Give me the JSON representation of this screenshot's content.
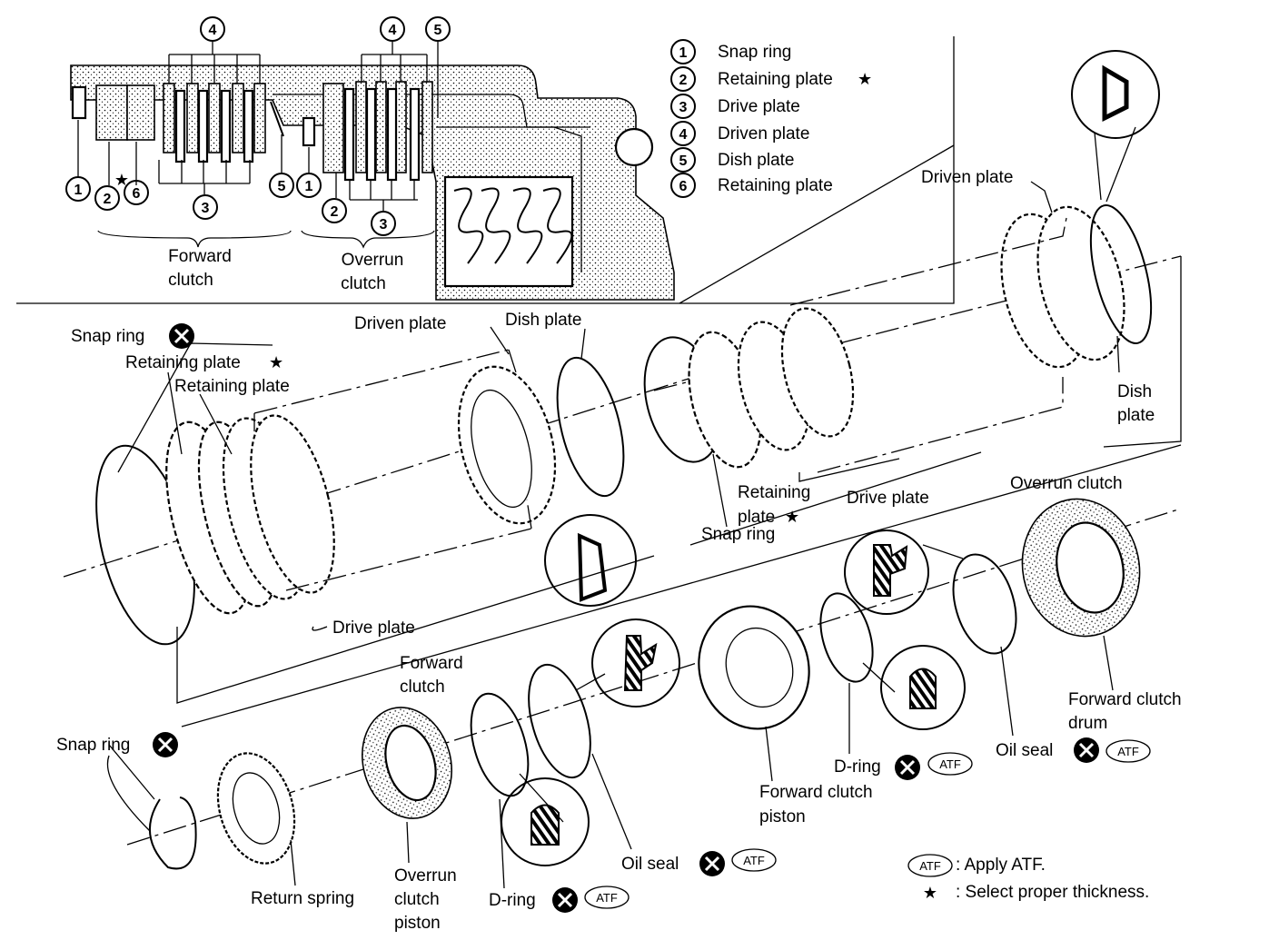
{
  "legend": {
    "items": [
      {
        "num": "1",
        "text": "Snap ring",
        "star": ""
      },
      {
        "num": "2",
        "text": "Retaining plate",
        "star": "★"
      },
      {
        "num": "3",
        "text": "Drive plate",
        "star": ""
      },
      {
        "num": "4",
        "text": "Driven plate",
        "star": ""
      },
      {
        "num": "5",
        "text": "Dish plate",
        "star": ""
      },
      {
        "num": "6",
        "text": "Retaining plate",
        "star": ""
      }
    ]
  },
  "section_view": {
    "callouts": [
      "1",
      "2",
      "3",
      "4",
      "5",
      "6"
    ],
    "star": "★",
    "group_forward": [
      "Forward",
      "clutch"
    ],
    "group_overrun": [
      "Overrun",
      "clutch"
    ]
  },
  "labels": {
    "snap_ring_top": "Snap ring",
    "retaining_plate_star": "Retaining plate",
    "retaining_plate": "Retaining plate",
    "driven_plate_mid": "Driven plate",
    "dish_plate_mid": "Dish plate",
    "drive_plate_left": "Drive plate",
    "forward_clutch": [
      "Forward",
      "clutch"
    ],
    "driven_plate_right": "Driven plate",
    "dish_plate_right": [
      "Dish",
      "plate"
    ],
    "retaining_plate_right": [
      "Retaining",
      "plate"
    ],
    "drive_plate_right": "Drive plate",
    "snap_ring_right": "Snap ring",
    "overrun_clutch": "Overrun clutch",
    "snap_ring_bottom": "Snap ring",
    "return_spring": "Return spring",
    "overrun_clutch_piston": [
      "Overrun",
      "clutch",
      "piston"
    ],
    "d_ring_bottom": "D-ring",
    "oil_seal_bottom": "Oil seal",
    "forward_clutch_piston": [
      "Forward clutch",
      "piston"
    ],
    "d_ring_right": "D-ring",
    "oil_seal_right": "Oil seal",
    "forward_clutch_drum": [
      "Forward clutch",
      "drum"
    ]
  },
  "symbols": {
    "atf": "ATF",
    "star": "★",
    "replace_mark": "×"
  },
  "notes": {
    "atf_note": ": Apply ATF.",
    "star_note": ": Select proper thickness."
  }
}
